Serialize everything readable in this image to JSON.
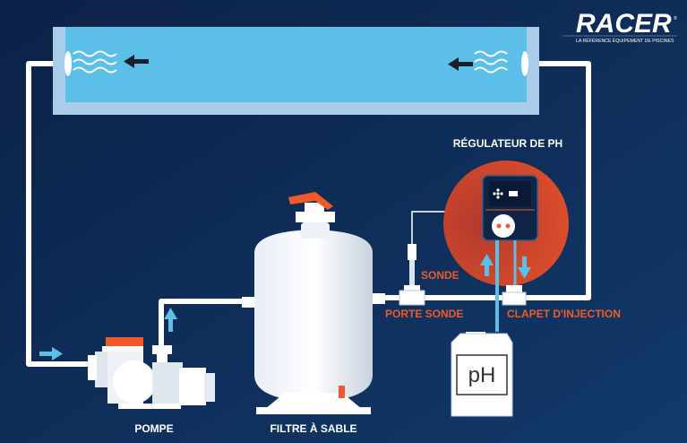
{
  "brand": {
    "name": "RACER",
    "registered": "®",
    "tagline": "LA RÉFÉRENCE ÉQUIPEMENT DE PISCINES"
  },
  "labels": {
    "regulator": "RÉGULATEUR DE PH",
    "probe": "SONDE",
    "probe_holder": "PORTE SONDE",
    "injection_valve": "CLAPET D'INJECTION",
    "pump": "POMPE",
    "sand_filter": "FILTRE À SABLE",
    "tank": "pH"
  },
  "colors": {
    "background": "#0d2a55",
    "pipe": "#ffffff",
    "water": "#5bbfe8",
    "accent": "#f05a28",
    "arrow": "#5bbfe8"
  },
  "icons": [
    "wave-icon",
    "flow-arrow-icon",
    "display-icon",
    "pump-icon",
    "filter-icon",
    "tank-icon"
  ]
}
